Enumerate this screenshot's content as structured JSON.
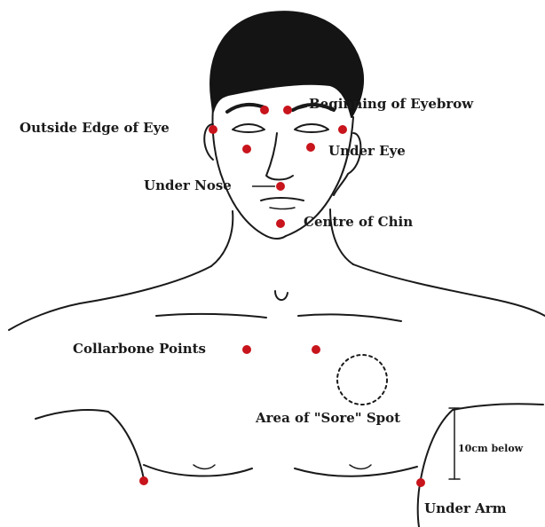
{
  "labels": {
    "beginning_of_eyebrow": "Beginning of Eyebrow",
    "outside_edge_of_eye": "Outside Edge of Eye",
    "under_eye": "Under Eye",
    "under_nose": "Under Nose",
    "centre_of_chin": "Centre of Chin",
    "collarbone_points": "Collarbone Points",
    "area_of_sore_spot": "Area of \"Sore\" Spot",
    "ten_cm_below": "10cm below",
    "under_arm": "Under Arm"
  },
  "colors": {
    "point": "#c8141c",
    "ink": "#1a1a1a",
    "background": "#ffffff"
  }
}
